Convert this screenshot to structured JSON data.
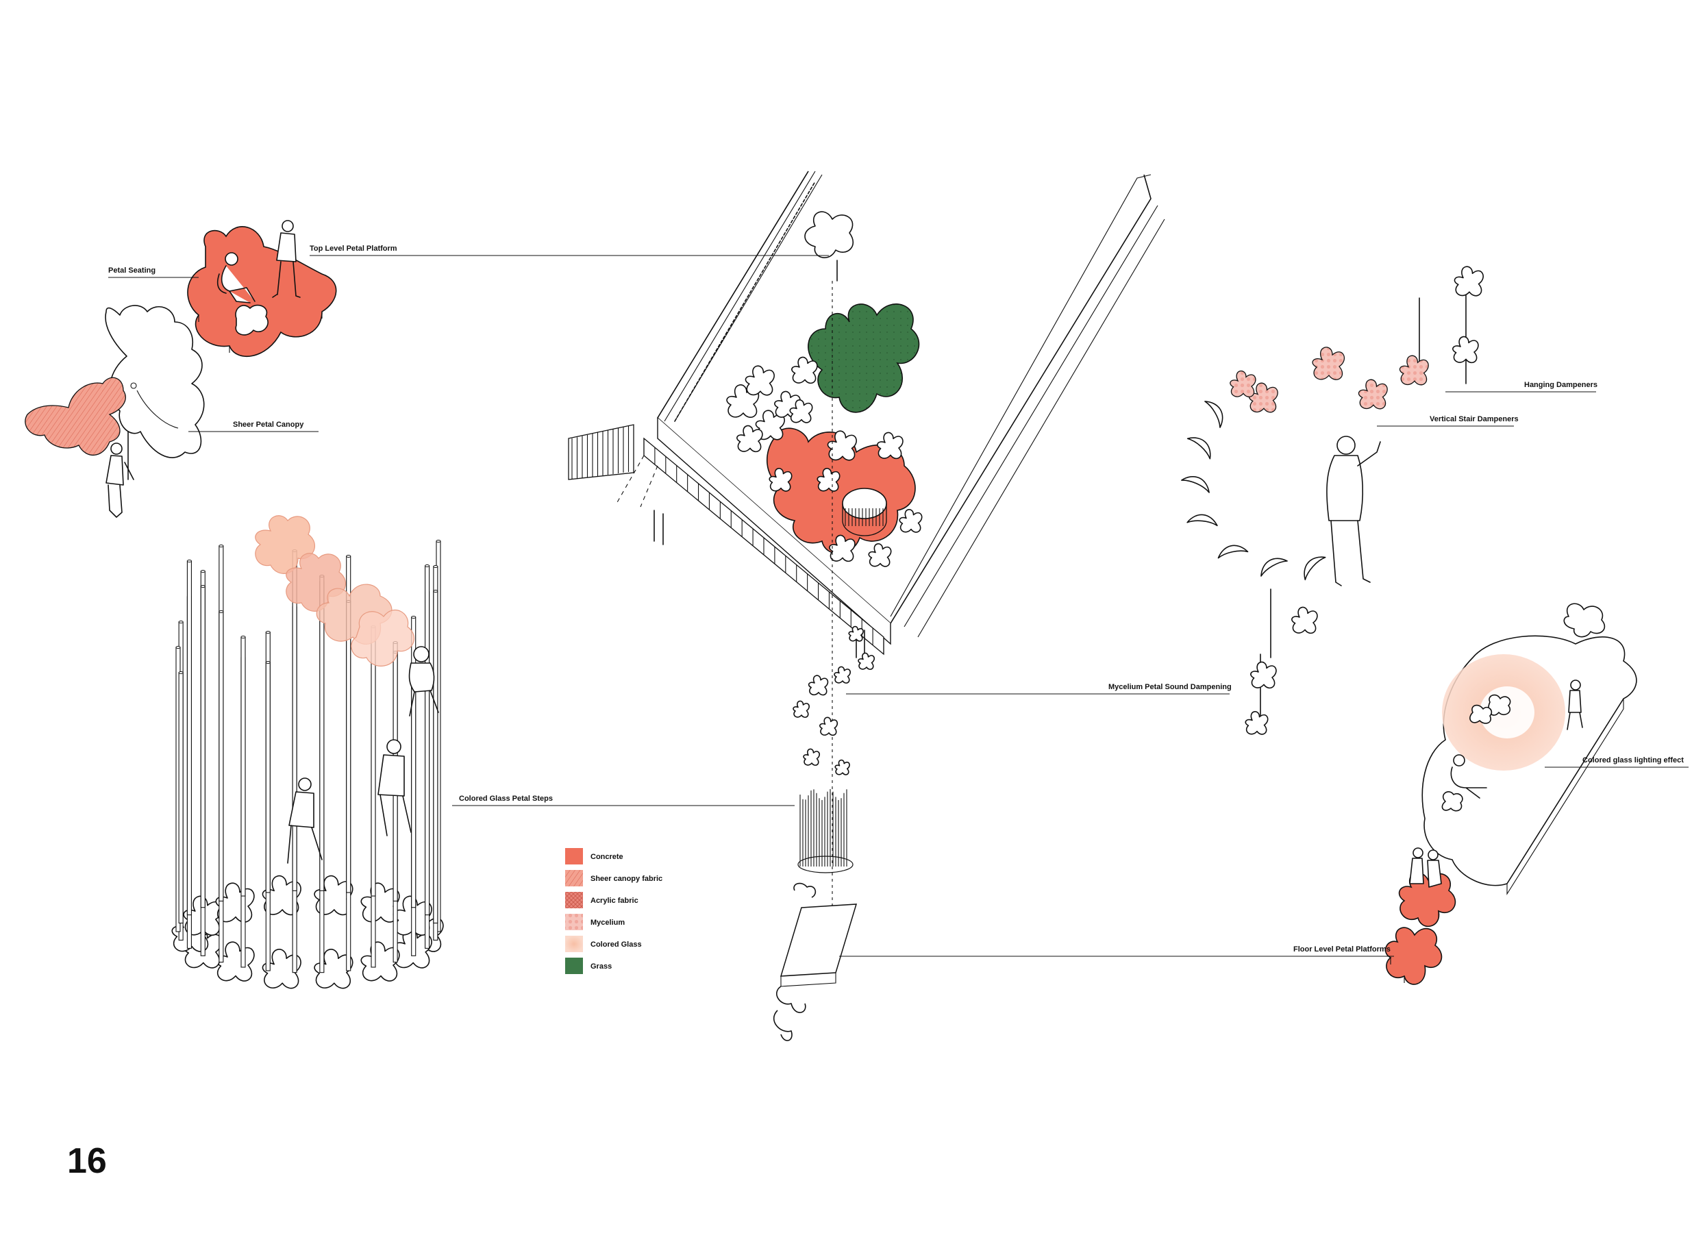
{
  "page_number": "16",
  "colors": {
    "concrete": "#ef6f5a",
    "sheer": "#f3a190",
    "acrylic": "#e9857a",
    "mycelium": "#f6c3bb",
    "colored_glass": "#f8bfa5",
    "grass": "#3d7a48",
    "line": "#111111"
  },
  "labels": {
    "top_level_petal_platform": "Top Level Petal Platform",
    "petal_seating": "Petal Seating",
    "sheer_petal_canopy": "Sheer Petal Canopy",
    "hanging_dampeners": "Hanging Dampeners",
    "vertical_stair_dampeners": "Vertical Stair Dampeners",
    "mycelium_petal_sound_dampening": "Mycelium Petal Sound Dampening",
    "colored_glass_lighting_effect": "Colored glass lighting effect",
    "colored_glass_petal_steps": "Colored Glass Petal Steps",
    "floor_level_petal_platforms": "Floor Level Petal Platforms"
  },
  "legend": [
    {
      "label": "Concrete",
      "color": "#ef6f5a",
      "pattern": "solid"
    },
    {
      "label": "Sheer canopy fabric",
      "color": "#f3a190",
      "pattern": "hatch"
    },
    {
      "label": "Acrylic fabric",
      "color": "#e9857a",
      "pattern": "cross"
    },
    {
      "label": "Mycelium",
      "color": "#f6c3bb",
      "pattern": "dots"
    },
    {
      "label": "Colored Glass",
      "color": "#f8bfa5",
      "pattern": "soft"
    },
    {
      "label": "Grass",
      "color": "#3d7a48",
      "pattern": "solid"
    }
  ]
}
